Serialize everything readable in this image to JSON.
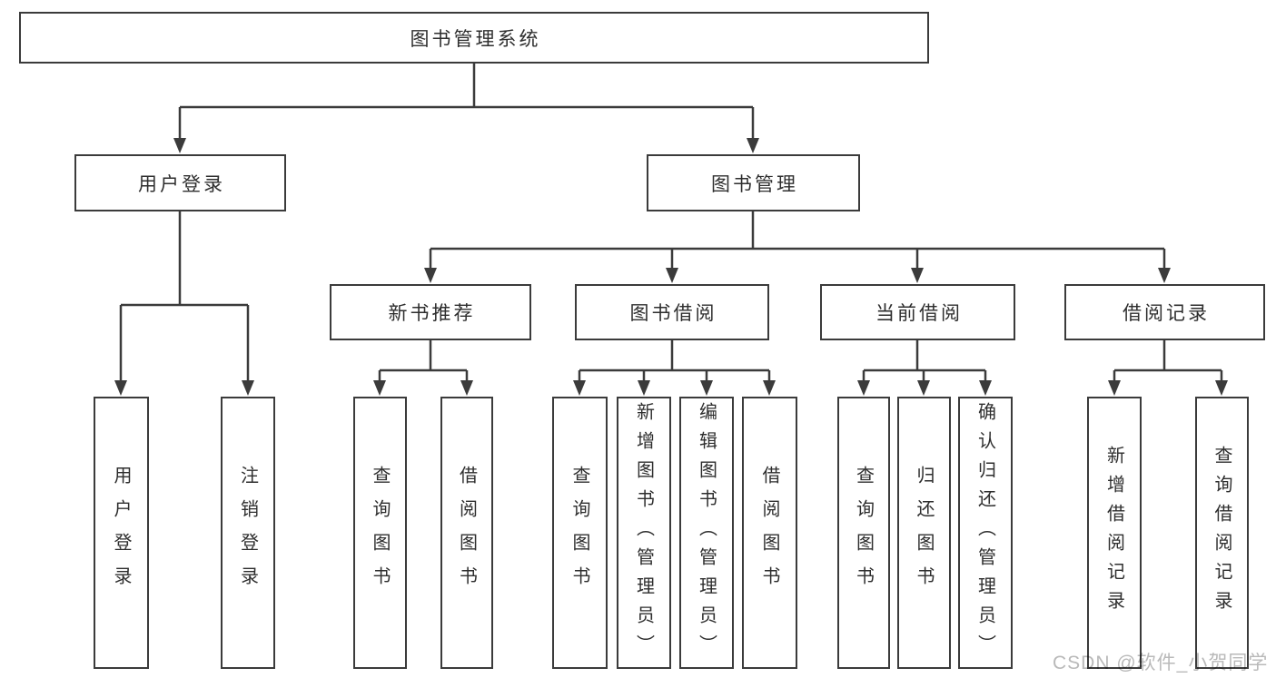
{
  "nodes": {
    "root": {
      "label": "图书管理系统"
    },
    "branches": [
      {
        "label": "用户登录"
      },
      {
        "label": "图书管理"
      }
    ],
    "modules": [
      {
        "label": "新书推荐"
      },
      {
        "label": "图书借阅"
      },
      {
        "label": "当前借阅"
      },
      {
        "label": "借阅记录"
      }
    ],
    "functions": [
      {
        "label": "用户登录"
      },
      {
        "label": "注销登录"
      },
      {
        "label": "查询图书"
      },
      {
        "label": "借阅图书"
      },
      {
        "label": "查询图书"
      },
      {
        "label": "新增图书（管理员）"
      },
      {
        "label": "编辑图书（管理员）"
      },
      {
        "label": "借阅图书"
      },
      {
        "label": "查询图书"
      },
      {
        "label": "归还图书"
      },
      {
        "label": "确认归还（管理员）"
      },
      {
        "label": "新增借阅记录"
      },
      {
        "label": "查询借阅记录"
      }
    ]
  },
  "watermark": {
    "text": "CSDN @软件_小贺同学"
  },
  "colors": {
    "line": "#3b3b3b",
    "text": "#2e2e2e",
    "watermark": "#b9b9b9",
    "background": "#ffffff"
  }
}
